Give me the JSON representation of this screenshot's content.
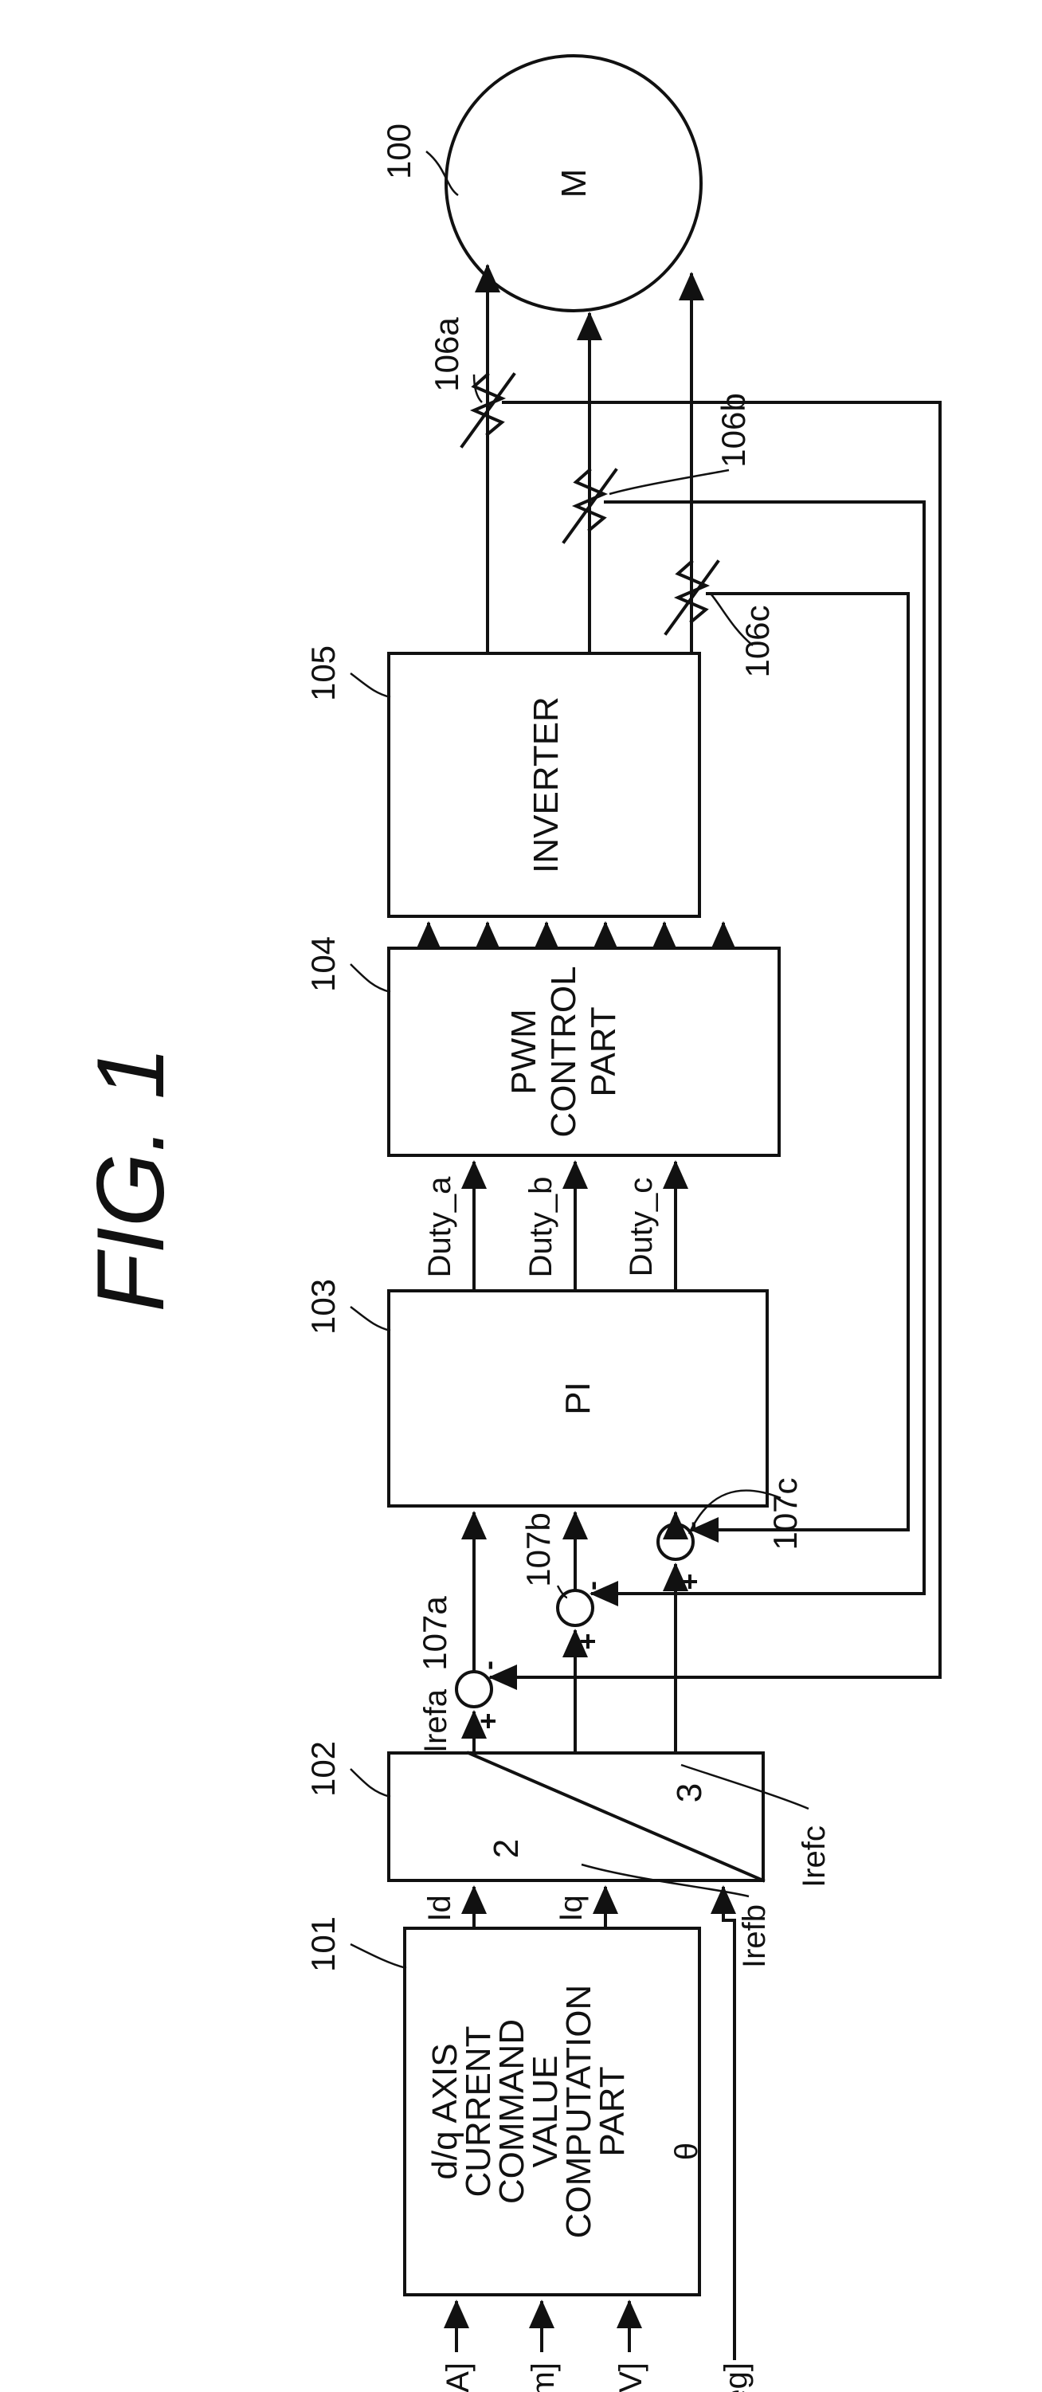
{
  "figure_label": "FIG. 1",
  "motor": {
    "ref": "100",
    "label": "M"
  },
  "blocks": {
    "computation": {
      "ref": "101",
      "lines": [
        "d/q AXIS",
        "CURRENT",
        "COMMAND",
        "VALUE",
        "COMPUTATION",
        "PART"
      ]
    },
    "converter": {
      "ref": "102",
      "label_in": "2",
      "label_out": "3"
    },
    "pi": {
      "ref": "103",
      "label": "PI"
    },
    "pwm": {
      "ref": "104",
      "lines": [
        "PWM",
        "CONTROL",
        "PART"
      ]
    },
    "inverter": {
      "ref": "105",
      "label": "INVERTER"
    }
  },
  "sensors": {
    "a": "106a",
    "b": "106b",
    "c": "106c"
  },
  "summers": {
    "a": "107a",
    "b": "107b",
    "c": "107c"
  },
  "inputs": [
    "Ireft [A]",
    "n [rpm]",
    "Vr [V]",
    "θ [deg]"
  ],
  "signals": {
    "id": "Id",
    "iq": "Iq",
    "theta": "θ",
    "irefa": "Irefa",
    "irefb": "Irefb",
    "irefc": "Irefc",
    "duty_a": "Duty_a",
    "duty_b": "Duty_b",
    "duty_c": "Duty_c"
  },
  "signs": {
    "plus": "+",
    "minus": "-"
  }
}
